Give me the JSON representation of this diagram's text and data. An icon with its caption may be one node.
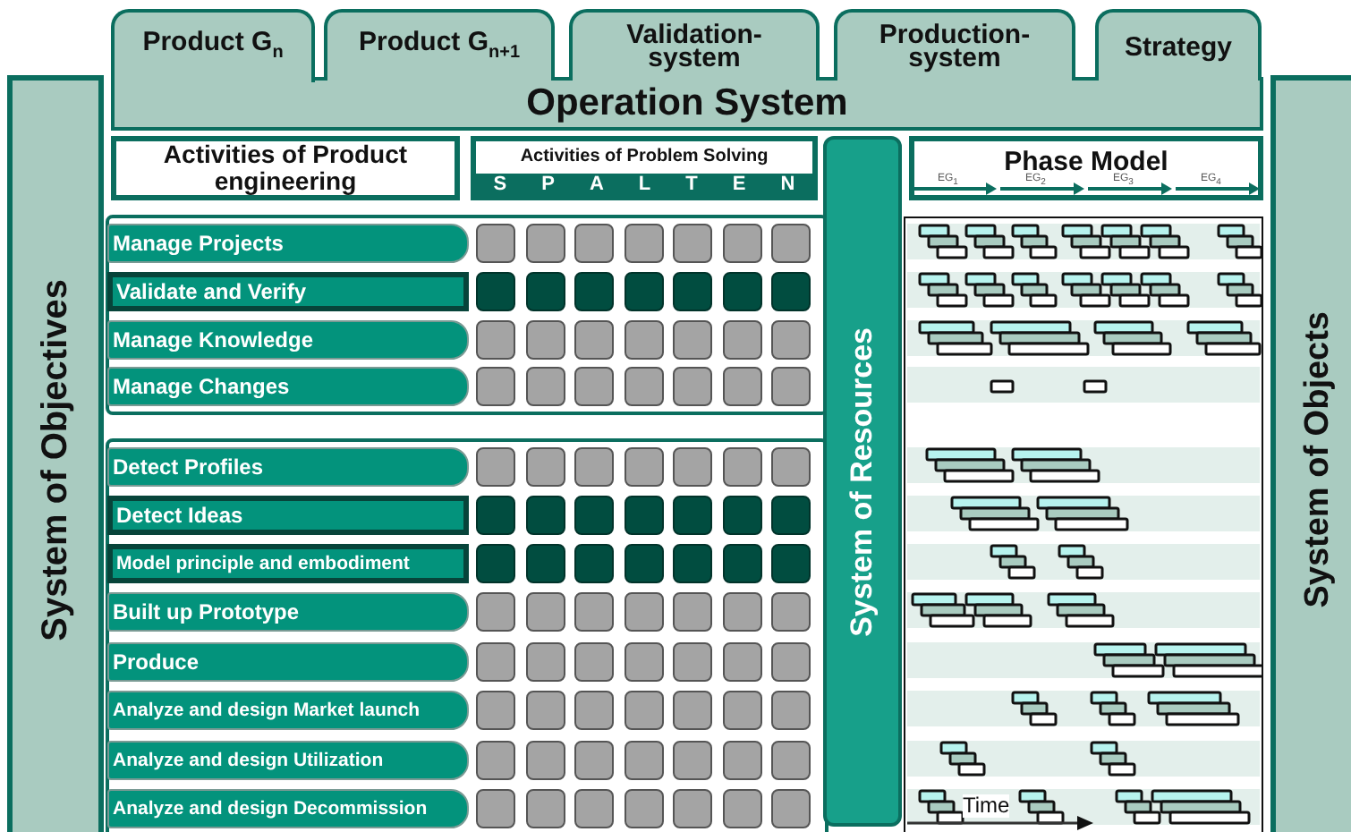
{
  "diagram": {
    "nodes": [
      {
        "text": [
          "Product G$_{n}$"
        ]
      },
      {
        "text": [
          "Product G$_{n+1}$"
        ]
      },
      {
        "text": [
          "Validation-system"
        ]
      },
      {
        "text": [
          "Production-system"
        ]
      },
      {
        "text": [
          "Strategy"
        ]
      },
      {
        "text": [
          "Operation System"
        ]
      },
      {
        "text": [
          "System of Objectives"
        ]
      },
      {
        "text": [
          "Activities of Product engineering"
        ]
      },
      {
        "text": [
          "Activities of Problem Solving",
          "S P A L T E N"
        ]
      },
      {
        "text": [
          "System of Resources"
        ]
      },
      {
        "text": [
          "Phase Model"
        ]
      },
      {
        "text": [
          "System of Objects"
        ]
      },
      {
        "text": [
          "Manage Projects"
        ]
      },
      {
        "text": [
          "Validate and Verify"
        ]
      },
      {
        "text": [
          "Manage Knowledge"
        ]
      },
      {
        "text": [
          "Manage Changes"
        ]
      },
      {
        "text": [
          "Detect Profiles"
        ]
      },
      {
        "text": [
          "Detect Ideas"
        ]
      },
      {
        "text": [
          "Model principle and embodiment"
        ]
      },
      {
        "text": [
          "Built up Prototype"
        ]
      },
      {
        "text": [
          "Produce"
        ]
      },
      {
        "text": [
          "Analyze and design Market launch"
        ]
      },
      {
        "text": [
          "Analyze and design Utilization"
        ]
      },
      {
        "text": [
          "Analyze and design Decommission"
        ]
      }
    ],
    "labels": [
      "EG$_{1}$",
      "EG$_{2}$",
      "EG$_{3}$",
      "EG$_{4}$",
      "Time"
    ]
  }
}
